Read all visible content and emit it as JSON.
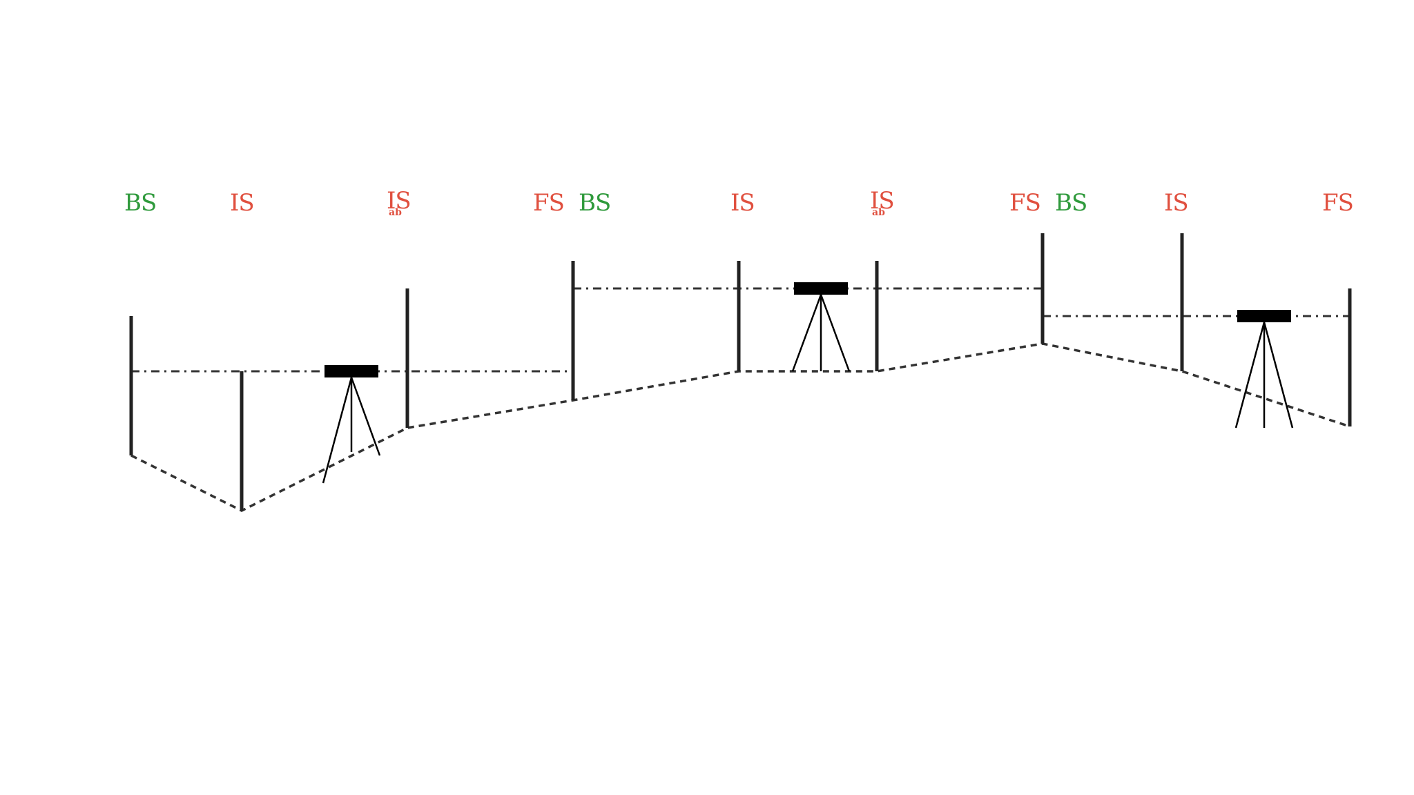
{
  "colors": {
    "backsight": "#2f9a3c",
    "other_sight": "#e0503f",
    "staff": "#222222",
    "instrument": "#000000",
    "line_of_sight": "#333333",
    "ground": "#333333"
  },
  "labels": [
    {
      "id": "bs1",
      "text": "BS",
      "kind": "backsight"
    },
    {
      "id": "is1",
      "text": "IS",
      "kind": "other"
    },
    {
      "id": "is2",
      "text": "IS",
      "kind": "other",
      "sub": "ab"
    },
    {
      "id": "fs1",
      "text": "FS",
      "kind": "other"
    },
    {
      "id": "bs2",
      "text": "BS",
      "kind": "backsight"
    },
    {
      "id": "is3",
      "text": "IS",
      "kind": "other"
    },
    {
      "id": "is4",
      "text": "IS",
      "kind": "other",
      "sub": "ab"
    },
    {
      "id": "fs2",
      "text": "FS",
      "kind": "other"
    },
    {
      "id": "bs3",
      "text": "BS",
      "kind": "backsight"
    },
    {
      "id": "is5",
      "text": "IS",
      "kind": "other"
    },
    {
      "id": "fs3",
      "text": "FS",
      "kind": "other"
    }
  ],
  "icons": {
    "staff": "levelling-staff-icon",
    "instrument": "level-instrument-icon"
  }
}
